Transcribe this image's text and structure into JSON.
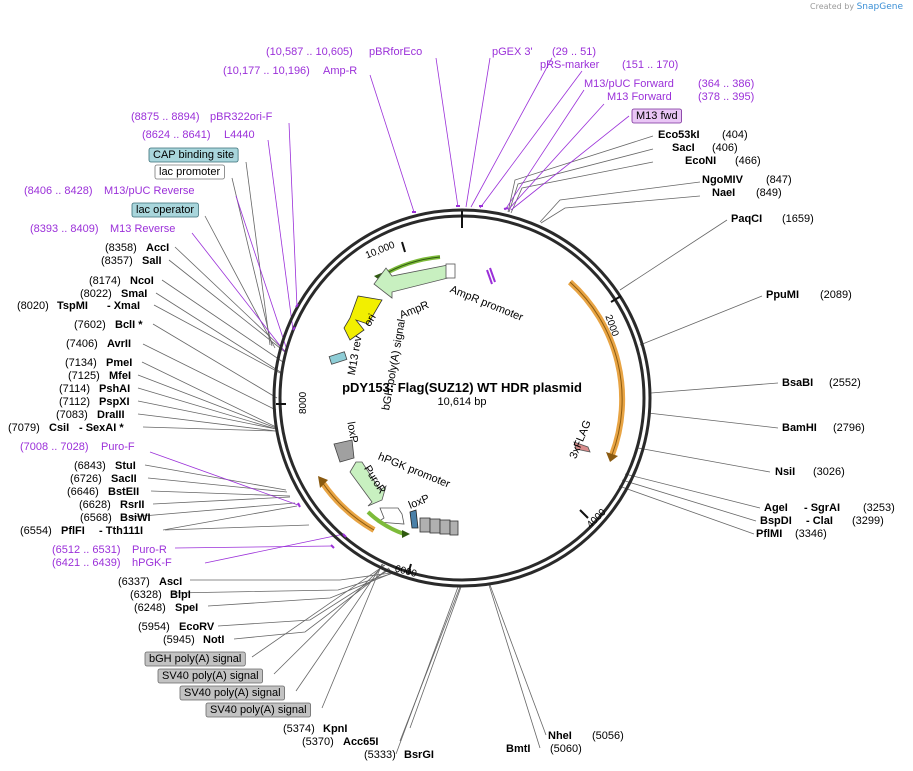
{
  "credit": {
    "prefix": "Created by",
    "brand": "SnapGene"
  },
  "plasmid": {
    "name": "pDY153: Flag(SUZ12) WT HDR plasmid",
    "length": "10,614 bp"
  },
  "ticks": {
    "t2000": "2000",
    "t4000": "4000",
    "t6000": "6000",
    "t8000": "8000",
    "t10000": "10,000"
  },
  "features": {
    "ampr": "AmpR",
    "ampr_promoter": "AmpR promoter",
    "ori": "ori",
    "flag": "3xFLAG",
    "m13rev": "M13 rev",
    "bgh": "bGH poly(A) signal",
    "loxp1": "loxP",
    "hpgk": "hPGK promoter",
    "puror": "PuroR",
    "loxp2": "loxP"
  },
  "primers": {
    "p1": {
      "range": "(10,587 .. 10,605)",
      "name": "pBRforEco"
    },
    "p2": {
      "range": "(10,177 .. 10,196)",
      "name": "Amp-R"
    },
    "p3": {
      "range": "",
      "name": "pGEX 3'"
    },
    "p4": {
      "range": "(29 .. 51)",
      "name": ""
    },
    "p5": {
      "range": "(151 .. 170)",
      "name": "pRS-marker"
    },
    "p6": {
      "range": "(364 .. 386)",
      "name": "M13/pUC Forward"
    },
    "p7": {
      "range": "(378 .. 395)",
      "name": "M13 Forward"
    },
    "p8": {
      "range": "(8875 .. 8894)",
      "name": "pBR322ori-F"
    },
    "p9": {
      "range": "(8624 .. 8641)",
      "name": "L4440"
    },
    "p10": {
      "range": "(8406 .. 8428)",
      "name": "M13/pUC Reverse"
    },
    "p11": {
      "range": "(8393 .. 8409)",
      "name": "M13 Reverse"
    },
    "p12": {
      "range": "(7008 .. 7028)",
      "name": "Puro-F"
    },
    "p13": {
      "range": "(6512 .. 6531)",
      "name": "Puro-R"
    },
    "p14": {
      "range": "(6421 .. 6439)",
      "name": "hPGK-F"
    }
  },
  "boxes": {
    "m13fwd": "M13 fwd",
    "cap": "CAP binding site",
    "lacprom": "lac promoter",
    "lacop": "lac operator",
    "bgh2": "bGH poly(A) signal",
    "sv1": "SV40 poly(A) signal",
    "sv2": "SV40 poly(A) signal",
    "sv3": "SV40 poly(A) signal"
  },
  "sites_right": [
    {
      "name": "Eco53kI",
      "pos": "(404)"
    },
    {
      "name": "SacI",
      "pos": "(406)"
    },
    {
      "name": "EcoNI",
      "pos": "(466)"
    },
    {
      "name": "NgoMIV",
      "pos": "(847)"
    },
    {
      "name": "NaeI",
      "pos": "(849)"
    },
    {
      "name": "PaqCI",
      "pos": "(1659)"
    },
    {
      "name": "PpuMI",
      "pos": "(2089)"
    },
    {
      "name": "BsaBI",
      "pos": "(2552)"
    },
    {
      "name": "BamHI",
      "pos": "(2796)"
    },
    {
      "name": "NsiI",
      "pos": "(3026)"
    },
    {
      "name": "AgeI",
      "pos": "- SgrAI",
      "pos2": "(3253)"
    },
    {
      "name": "BspDI",
      "pos": "- ClaI",
      "pos2": "(3299)"
    },
    {
      "name": "PflMI",
      "pos": "(3346)"
    }
  ],
  "sites_bottom": [
    {
      "name": "NheI",
      "pos": "(5056)"
    },
    {
      "name": "BmtI",
      "pos": "(5060)"
    },
    {
      "name": "KpnI",
      "pos": "(5374)"
    },
    {
      "name": "Acc65I",
      "pos": "(5370)"
    },
    {
      "name": "BsrGI",
      "pos": "(5333)"
    }
  ],
  "sites_left": [
    {
      "pos": "(8358)",
      "name": "AccI"
    },
    {
      "pos": "(8357)",
      "name": "SalI"
    },
    {
      "pos": "(8174)",
      "name": "NcoI"
    },
    {
      "pos": "(8022)",
      "name": "SmaI"
    },
    {
      "pos": "(8020)",
      "name": "TspMI",
      "extra": "- XmaI"
    },
    {
      "pos": "(7602)",
      "name": "BclI *"
    },
    {
      "pos": "(7406)",
      "name": "AvrII"
    },
    {
      "pos": "(7134)",
      "name": "PmeI"
    },
    {
      "pos": "(7125)",
      "name": "MfeI"
    },
    {
      "pos": "(7114)",
      "name": "PshAI"
    },
    {
      "pos": "(7112)",
      "name": "PspXI"
    },
    {
      "pos": "(7083)",
      "name": "DraIII"
    },
    {
      "pos": "(7079)",
      "name": "CsiI",
      "extra": "- SexAI *"
    },
    {
      "pos": "(6843)",
      "name": "StuI"
    },
    {
      "pos": "(6726)",
      "name": "SacII"
    },
    {
      "pos": "(6646)",
      "name": "BstEII"
    },
    {
      "pos": "(6628)",
      "name": "RsrII"
    },
    {
      "pos": "(6568)",
      "name": "BsiWI"
    },
    {
      "pos": "(6554)",
      "name": "PflFI",
      "extra": "- Tth111I"
    },
    {
      "pos": "(6337)",
      "name": "AscI"
    },
    {
      "pos": "(6328)",
      "name": "BlpI"
    },
    {
      "pos": "(6248)",
      "name": "SpeI"
    },
    {
      "pos": "(5954)",
      "name": "EcoRV"
    },
    {
      "pos": "(5945)",
      "name": "NotI"
    }
  ]
}
